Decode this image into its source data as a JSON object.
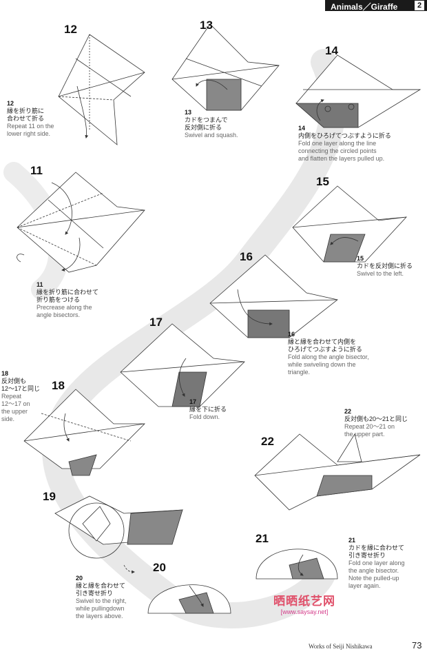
{
  "header": {
    "title": "Animals／Giraffe",
    "chapter": "2"
  },
  "steps": {
    "s11": {
      "num": "11",
      "cap_num": "11",
      "jp": "縁を折り筋に合わせて\n折り筋をつける",
      "en": "Precrease along the\nangle bisectors."
    },
    "s12": {
      "num": "12",
      "cap_num": "12",
      "jp": "縁を折り筋に\n合わせて折る",
      "en": "Repeat 11 on the\nlower right side."
    },
    "s13": {
      "num": "13",
      "cap_num": "13",
      "jp": "カドをつまんで\n反対側に折る",
      "en": "Swivel and squash."
    },
    "s14": {
      "num": "14",
      "cap_num": "14",
      "jp": "内側をひろげてつぶすように折る",
      "en": "Fold one layer along the line\nconnecting the circled points\nand flatten the layers pulled up."
    },
    "s15": {
      "num": "15",
      "cap_num": "15",
      "jp": "カドを反対側に折る",
      "en": "Swivel to the left."
    },
    "s16": {
      "num": "16",
      "cap_num": "16",
      "jp": "縁と縁を合わせて内側を\nひろげてつぶすように折る",
      "en": "Fold along the angle bisector,\nwhile swiveling down the\ntriangle."
    },
    "s17": {
      "num": "17",
      "cap_num": "17",
      "jp": "縁を下に折る",
      "en": "Fold down."
    },
    "s18": {
      "num": "18",
      "cap_num": "18",
      "jp": "反対側も\n12〜17と同じ",
      "en": "Repeat\n12〜17 on\nthe upper\nside."
    },
    "s19": {
      "num": "19"
    },
    "s20": {
      "num": "20",
      "cap_num": "20",
      "jp": "縁と縁を合わせて\n引き寄せ折り",
      "en": "Swivel to the right,\nwhile pullingdown\nthe layers above."
    },
    "s21": {
      "num": "21",
      "cap_num": "21",
      "jp": "カドを縁に合わせて\n引き寄せ折り",
      "en": "Fold one layer along\nthe angle bisector.\nNote the pulled-up\nlayer again."
    },
    "s22": {
      "num": "22",
      "cap_num": "22",
      "jp": "反対側も20〜21と同じ",
      "en": "Repeat 20〜21 on\nthe upper part."
    }
  },
  "footer": {
    "credit": "Works of Seiji Nishikawa",
    "page": "73"
  },
  "watermark": {
    "main": "晒晒纸艺网",
    "url": "[www.saysay.net]"
  }
}
